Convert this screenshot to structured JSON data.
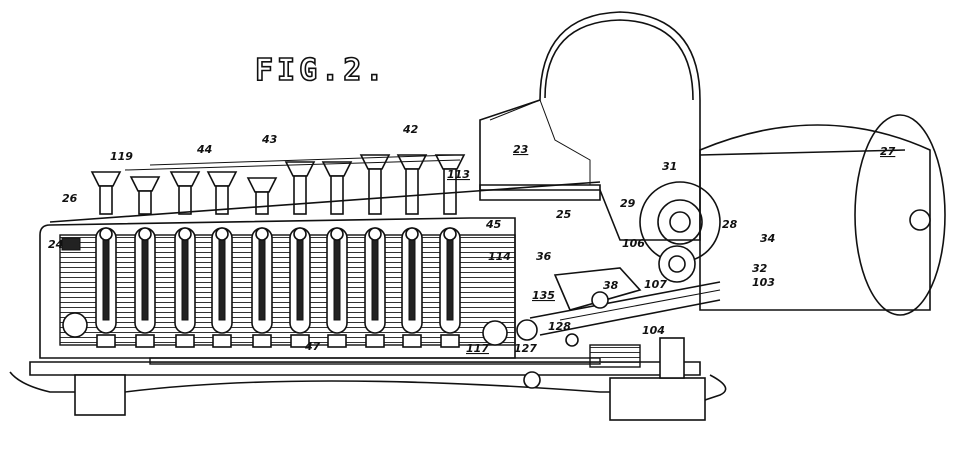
{
  "figure": {
    "title": "FIG.2.",
    "labels": [
      {
        "id": "119",
        "text": "119"
      },
      {
        "id": "44",
        "text": "44"
      },
      {
        "id": "43",
        "text": "43"
      },
      {
        "id": "42",
        "text": "42"
      },
      {
        "id": "23",
        "text": "23"
      },
      {
        "id": "31",
        "text": "31"
      },
      {
        "id": "27",
        "text": "27"
      },
      {
        "id": "113",
        "text": "113"
      },
      {
        "id": "26",
        "text": "26"
      },
      {
        "id": "24",
        "text": "24"
      },
      {
        "id": "25",
        "text": "25"
      },
      {
        "id": "29",
        "text": "29"
      },
      {
        "id": "28",
        "text": "28"
      },
      {
        "id": "45",
        "text": "45"
      },
      {
        "id": "106",
        "text": "106"
      },
      {
        "id": "34",
        "text": "34"
      },
      {
        "id": "114",
        "text": "114"
      },
      {
        "id": "36",
        "text": "36"
      },
      {
        "id": "32",
        "text": "32"
      },
      {
        "id": "38",
        "text": "38"
      },
      {
        "id": "107",
        "text": "107"
      },
      {
        "id": "103",
        "text": "103"
      },
      {
        "id": "135",
        "text": "135"
      },
      {
        "id": "128",
        "text": "128"
      },
      {
        "id": "104",
        "text": "104"
      },
      {
        "id": "47",
        "text": "47"
      },
      {
        "id": "117",
        "text": "117"
      },
      {
        "id": "127",
        "text": "127"
      }
    ]
  }
}
